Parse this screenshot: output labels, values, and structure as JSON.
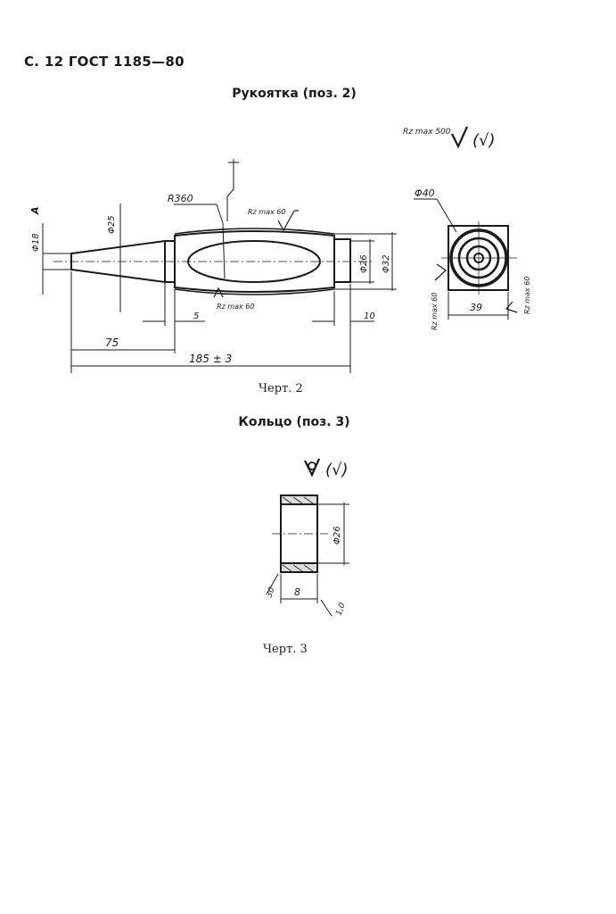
{
  "header": {
    "page_ref": "С. 12 ГОСТ 1185—80"
  },
  "figure2": {
    "title": "Рукоятка (поз. 2)",
    "caption": "Черт. 2",
    "roughness_general": "Rz max 500",
    "roughness_general_parenthetical": "(√)",
    "roughness_top": "Rz max 60",
    "roughness_bottom": "Rz max 60",
    "roughness_end_left": "Rz max 60",
    "roughness_end_right": "Rz max 60",
    "radius": "R360",
    "dia_left_end": "Φ18",
    "dia_taper": "Φ25",
    "dia_shank": "Φ26",
    "dia_body": "Φ32",
    "dia_end_view": "Φ40",
    "dim_ring_left": "5",
    "dim_ring_right": "10",
    "dim_taper_len": "75",
    "dim_total": "185 ± 3",
    "dim_end_width": "39",
    "marker_a": "A"
  },
  "figure3": {
    "title": "Кольцо (поз. 3)",
    "caption": "Черт. 3",
    "roughness_mark": "(√)",
    "dia_ring": "Φ26",
    "width": "8",
    "chamfer_left": "30",
    "chamfer_right": "1,0"
  }
}
